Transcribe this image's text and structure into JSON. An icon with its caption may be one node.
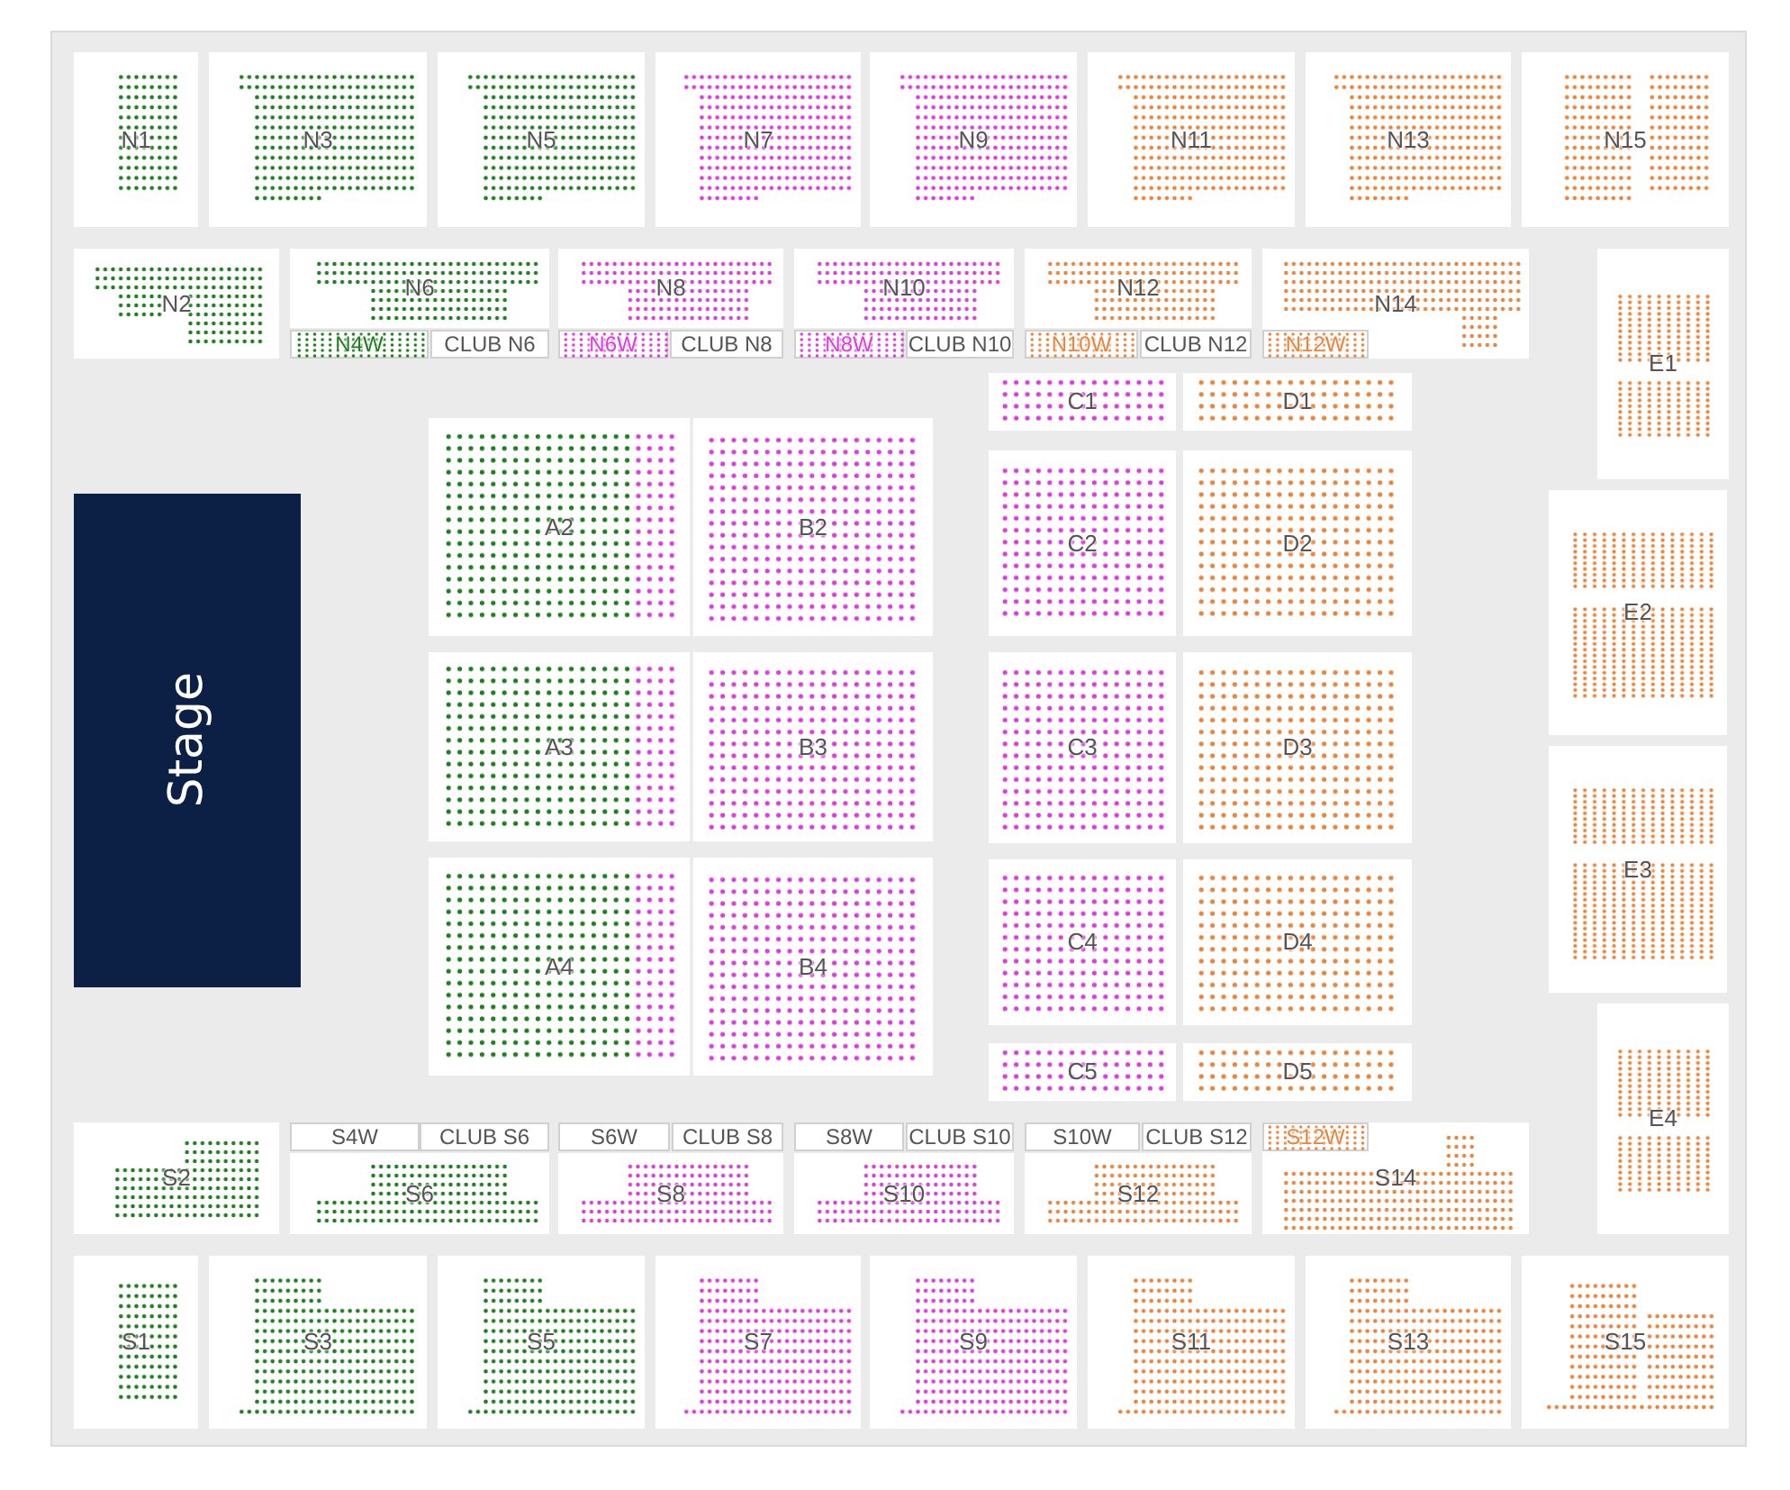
{
  "diagram": {
    "nodes": [
      {
        "text": [
          "N1"
        ]
      },
      {
        "text": [
          "N3"
        ]
      },
      {
        "text": [
          "N5"
        ]
      },
      {
        "text": [
          "N7"
        ]
      },
      {
        "text": [
          "N9"
        ]
      },
      {
        "text": [
          "N11"
        ]
      },
      {
        "text": [
          "N13"
        ]
      },
      {
        "text": [
          "N15"
        ]
      },
      {
        "text": [
          "N2"
        ]
      },
      {
        "text": [
          "N6"
        ]
      },
      {
        "text": [
          "N8"
        ]
      },
      {
        "text": [
          "N10"
        ]
      },
      {
        "text": [
          "N12"
        ]
      },
      {
        "text": [
          "N14"
        ]
      },
      {
        "text": [
          "N4W"
        ]
      },
      {
        "text": [
          "CLUB N6"
        ]
      },
      {
        "text": [
          "N6W"
        ]
      },
      {
        "text": [
          "CLUB N8"
        ]
      },
      {
        "text": [
          "N8W"
        ]
      },
      {
        "text": [
          "CLUB N10"
        ]
      },
      {
        "text": [
          "N10W"
        ]
      },
      {
        "text": [
          "CLUB N12"
        ]
      },
      {
        "text": [
          "N12W"
        ],
        "in": 13
      },
      {
        "text": [
          "E1"
        ]
      },
      {
        "text": [
          "C1"
        ]
      },
      {
        "text": [
          "D1"
        ]
      },
      {
        "text": [
          "A2"
        ]
      },
      {
        "text": [
          "B2"
        ]
      },
      {
        "text": [
          "C2"
        ]
      },
      {
        "text": [
          "D2"
        ]
      },
      {
        "text": [
          "E2"
        ]
      },
      {
        "text": [
          "Stage"
        ]
      },
      {
        "text": [
          "A3"
        ]
      },
      {
        "text": [
          "B3"
        ]
      },
      {
        "text": [
          "C3"
        ]
      },
      {
        "text": [
          "D3"
        ]
      },
      {
        "text": [
          "E3"
        ]
      },
      {
        "text": [
          "A4"
        ]
      },
      {
        "text": [
          "B4"
        ]
      },
      {
        "text": [
          "C4"
        ]
      },
      {
        "text": [
          "D4"
        ]
      },
      {
        "text": [
          "E4"
        ]
      },
      {
        "text": [
          "C5"
        ]
      },
      {
        "text": [
          "D5"
        ]
      },
      {
        "text": [
          "S2"
        ]
      },
      {
        "text": [
          "S4W"
        ]
      },
      {
        "text": [
          "CLUB S6"
        ]
      },
      {
        "text": [
          "S6W"
        ]
      },
      {
        "text": [
          "CLUB S8"
        ]
      },
      {
        "text": [
          "S8W"
        ]
      },
      {
        "text": [
          "CLUB S10"
        ]
      },
      {
        "text": [
          "S10W"
        ]
      },
      {
        "text": [
          "CLUB S12"
        ]
      },
      {
        "text": [
          "S14"
        ]
      },
      {
        "text": [
          "S12W"
        ],
        "in": 53
      },
      {
        "text": [
          "S6"
        ]
      },
      {
        "text": [
          "S8"
        ]
      },
      {
        "text": [
          "S10"
        ]
      },
      {
        "text": [
          "S12"
        ]
      },
      {
        "text": [
          "S1"
        ]
      },
      {
        "text": [
          "S3"
        ]
      },
      {
        "text": [
          "S5"
        ]
      },
      {
        "text": [
          "S7"
        ]
      },
      {
        "text": [
          "S9"
        ]
      },
      {
        "text": [
          "S11"
        ]
      },
      {
        "text": [
          "S13"
        ]
      },
      {
        "text": [
          "S15"
        ]
      }
    ]
  }
}
